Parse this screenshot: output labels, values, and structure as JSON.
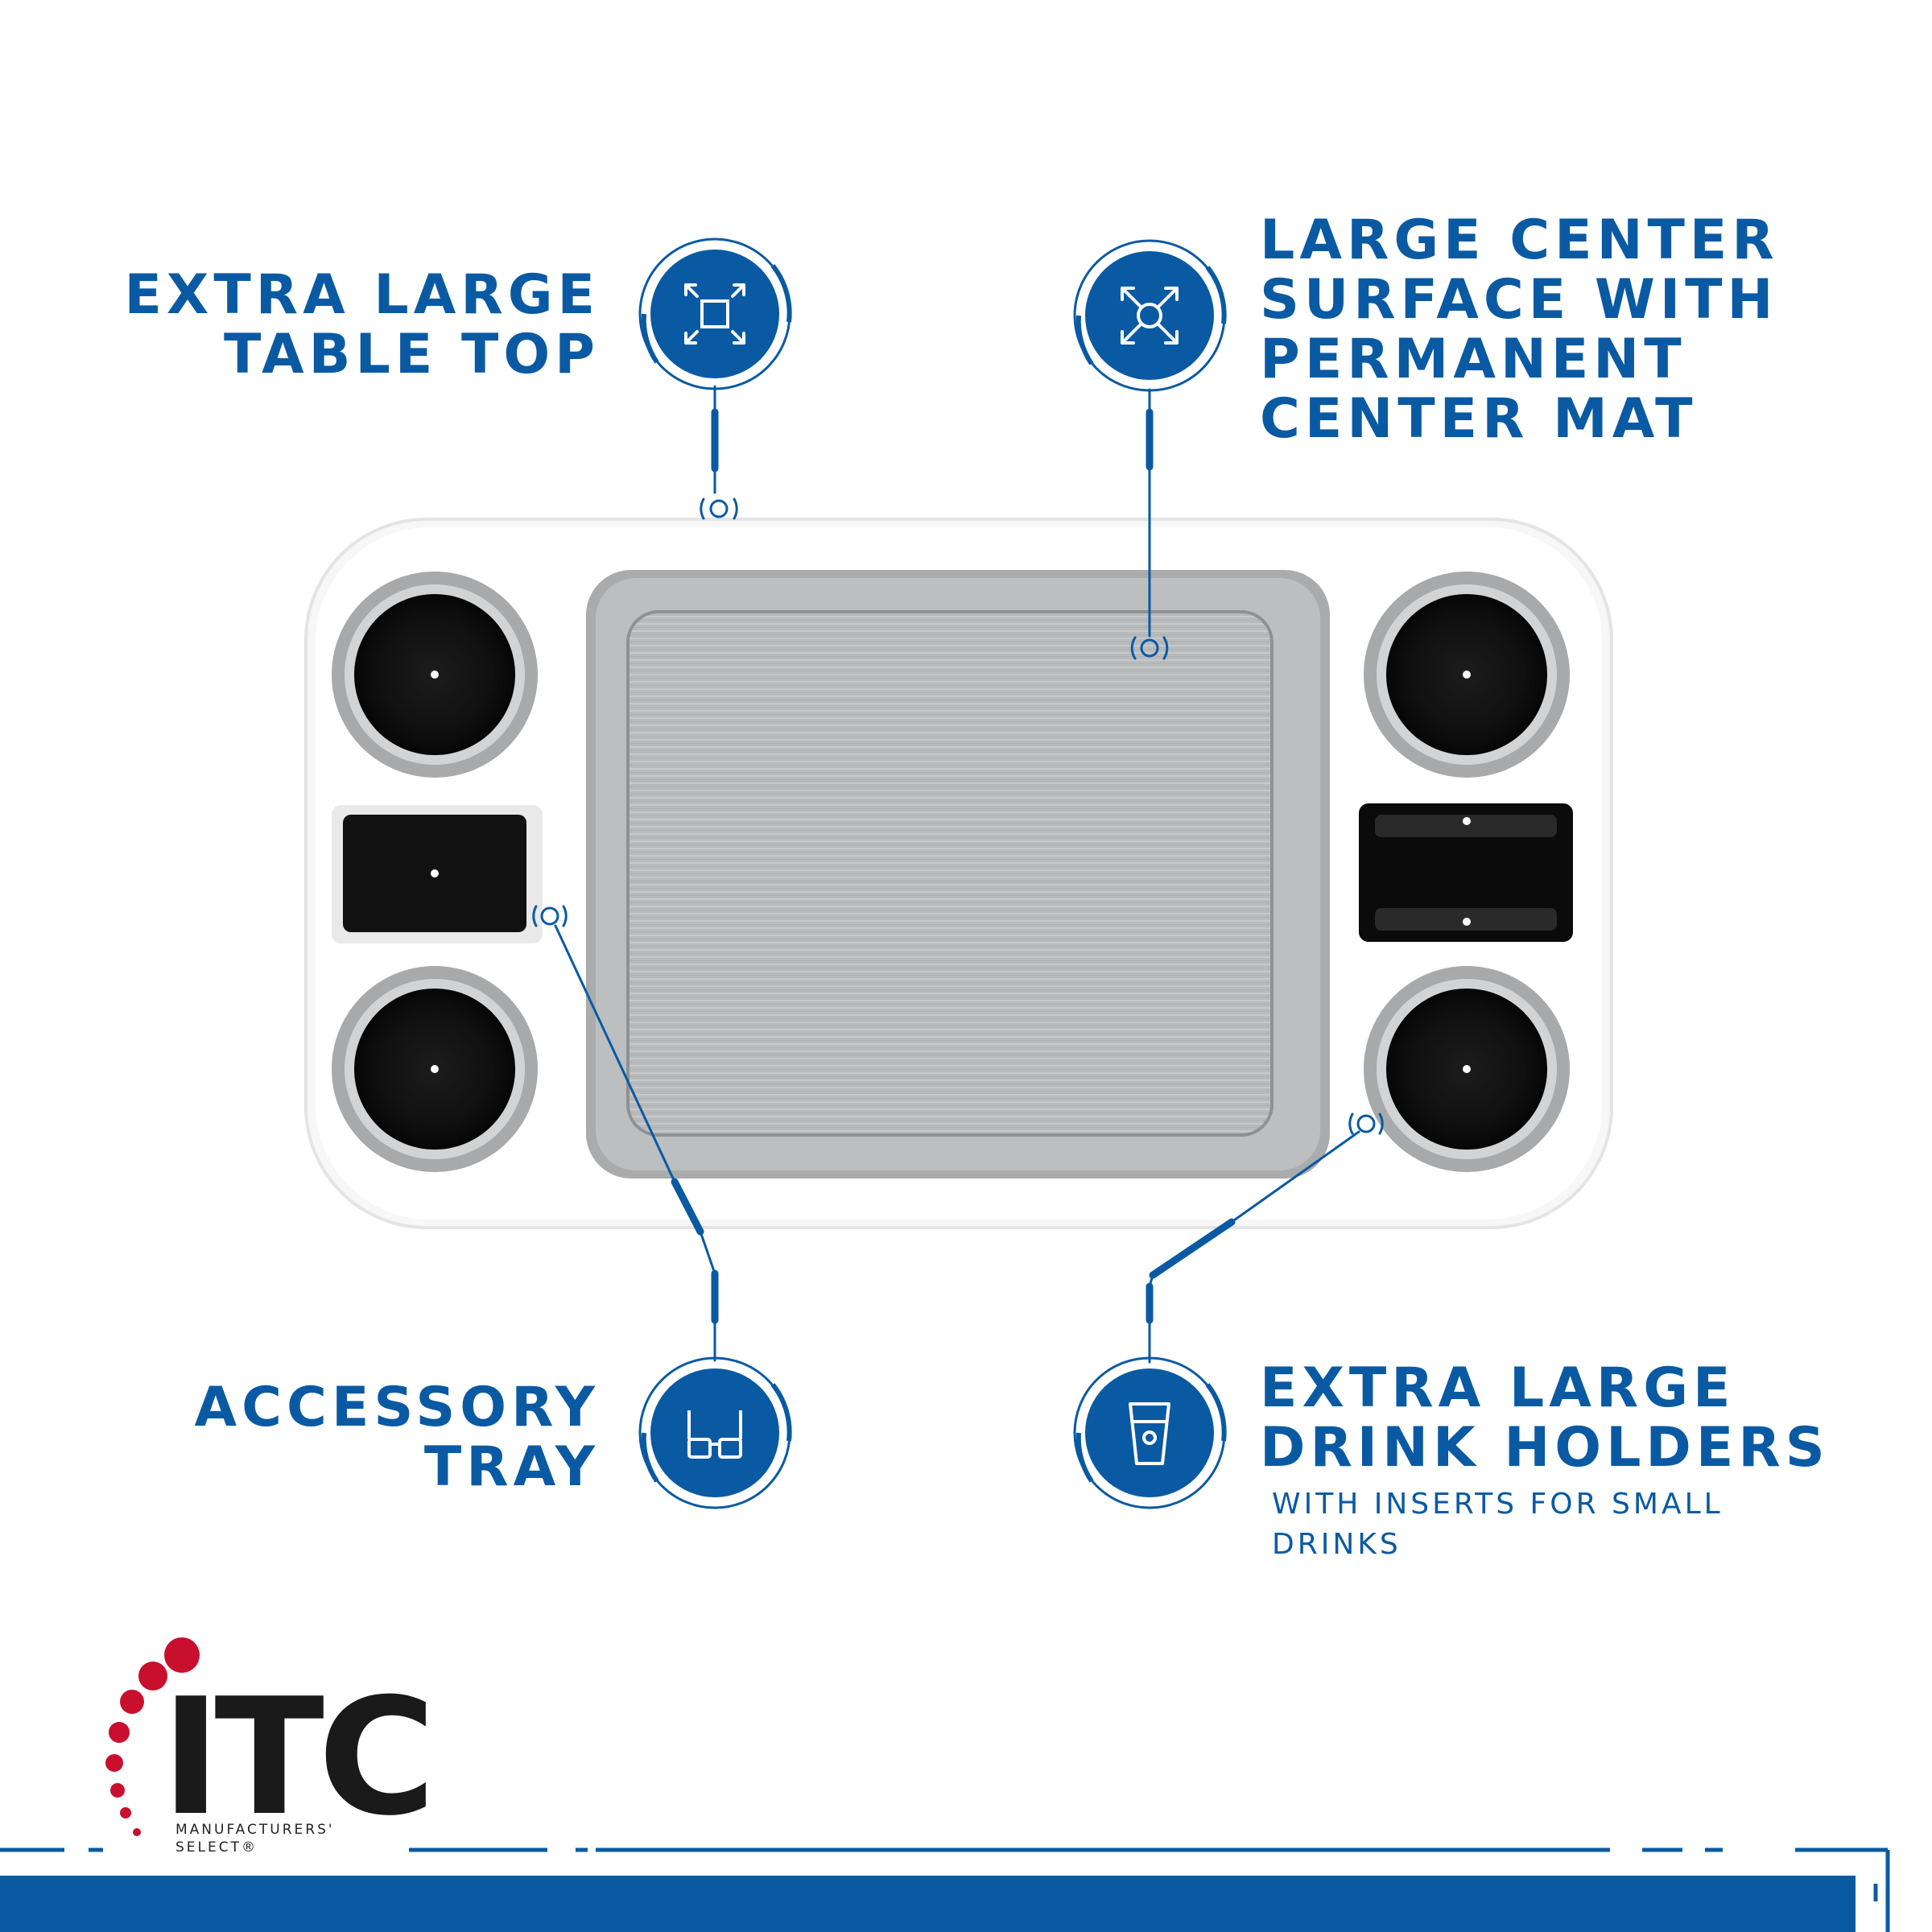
{
  "colors": {
    "brand_blue": "#0a5aa3",
    "logo_red": "#c8102e",
    "logo_black": "#1a1a1a",
    "mat_gray": "#b9bbbd",
    "cup_black": "#121212",
    "trim_gray": "#a7a9ab",
    "background": "#ffffff"
  },
  "features": {
    "table_top": {
      "lines": [
        "EXTRA LARGE",
        "TABLE TOP"
      ],
      "icon": "expand-square-icon"
    },
    "center_surface": {
      "lines": [
        "LARGE CENTER",
        "SURFACE WITH",
        "PERMANENT",
        "CENTER MAT"
      ],
      "icon": "expand-arrows-icon"
    },
    "accessory_tray": {
      "lines": [
        "ACCESSORY",
        "TRAY"
      ],
      "icon": "glasses-icon"
    },
    "drink_holders": {
      "lines": [
        "EXTRA LARGE",
        "DRINK HOLDERS"
      ],
      "sub_lines": [
        "WITH INSERTS FOR SMALL",
        "DRINKS"
      ],
      "icon": "cup-icon"
    }
  },
  "brand": {
    "logo_text": "ITC",
    "sub_lines": [
      "MANUFACTURERS'",
      "SELECT®"
    ]
  }
}
